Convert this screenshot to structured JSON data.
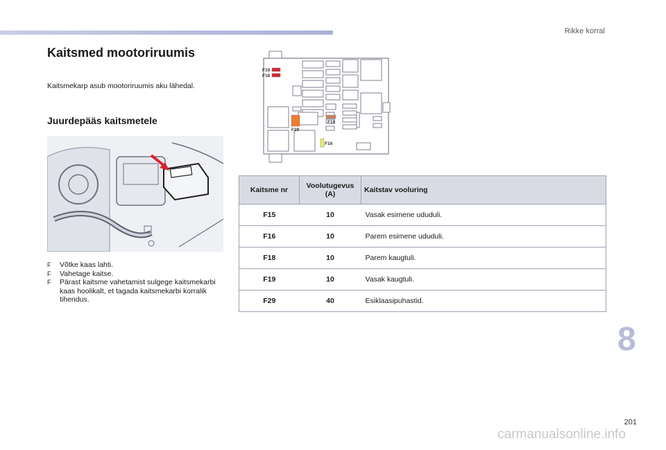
{
  "header": {
    "section": "Rikke korral"
  },
  "title": "Kaitsmed mootoriruumis",
  "intro": "Kaitsmekarp asub mootoriruumis aku lähedal.",
  "subtitle": "Juurdepääs kaitsmetele",
  "steps": [
    {
      "bullet": "F",
      "text": "Võtke kaas lahti."
    },
    {
      "bullet": "F",
      "text": "Vahetage kaitse."
    },
    {
      "bullet": "F",
      "text": "Pärast kaitsme vahetamist sulgege kaitsmekarbi kaas hoolikalt, et tagada kaitsmekarbi korralik tihendus."
    }
  ],
  "diagram_labels": {
    "f19": "F19",
    "f18": "F18",
    "f15": "F15",
    "f29": "F29",
    "f16": "F16"
  },
  "table": {
    "headers": {
      "number": "Kaitsme nr",
      "amperage": "Voolutugevus (A)",
      "function": "Kaitstav vooluring"
    },
    "rows": [
      {
        "number": "F15",
        "amperage": "10",
        "function": "Vasak esimene ududuli."
      },
      {
        "number": "F16",
        "amperage": "10",
        "function": "Parem esimene ududuli."
      },
      {
        "number": "F18",
        "amperage": "10",
        "function": "Parem kaugtuli."
      },
      {
        "number": "F19",
        "amperage": "10",
        "function": "Vasak kaugtuli."
      },
      {
        "number": "F29",
        "amperage": "40",
        "function": "Esiklaasipuhastid."
      }
    ]
  },
  "chapter": "8",
  "page_number": "201",
  "watermark": "carmanualsonline.info",
  "colors": {
    "accent_bar": "#aab1d8",
    "fuse_red": "#d9232e",
    "fuse_orange": "#f07b32",
    "fuse_yellow": "#eef05a",
    "fuse_brown": "#c9835a",
    "chapter": "#b8bcd8"
  }
}
